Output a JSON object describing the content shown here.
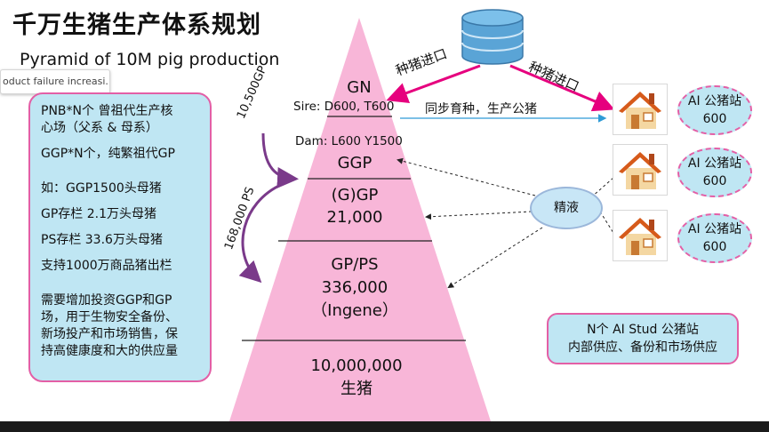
{
  "title": {
    "cn": "千万生猪生产体系规划",
    "en": "Pyramid of 10M pig production"
  },
  "tooltip": {
    "text": "oduct failure increasi..."
  },
  "left_box": {
    "lines": [
      "PNB*N个 曾祖代生产核",
      "心场（父系 & 母系）",
      "GGP*N个，纯繁祖代GP",
      "如：GGP1500头母猪",
      "GP存栏  2.1万头母猪",
      "PS存栏 33.6万头母猪",
      "支持1000万商品猪出栏",
      "需要增加投资GGP和GP",
      "场，用于生物安全备份、",
      "新场投产和市场销售，保",
      "持高健康度和大的供应量"
    ]
  },
  "pyramid": {
    "gn": "GN",
    "sire": "Sire: D600, T600",
    "dam": "Dam: L600 Y1500",
    "ggp": "GGP",
    "ggp2_name": "(G)GP",
    "ggp2_value": "21,000",
    "gpps_name": "GP/PS",
    "gpps_value": "336,000",
    "gpps_sub": "（Ingene）",
    "pigs_value": "10,000,000",
    "pigs_name": "生猪"
  },
  "arrows": {
    "gp_label": "10,500GP",
    "ps_label": "168,000 PS",
    "breeding_in_left": "种猪进口",
    "breeding_in_right": "种猪进口",
    "sync": "同步育种，生产公猪"
  },
  "semen": {
    "label": "精液"
  },
  "stations": [
    {
      "line1": "AI 公猪站",
      "line2": "600"
    },
    {
      "line1": "AI 公猪站",
      "line2": "600"
    },
    {
      "line1": "AI 公猪站",
      "line2": "600"
    }
  ],
  "stud_box": {
    "line1": "N个 AI Stud 公猪站",
    "line2": "内部供应、备份和市场供应"
  },
  "icons": [
    "database-icon",
    "house-icon"
  ],
  "colors": {
    "pyramid": "#f8b6d8",
    "blue_box": "#bfe6f3",
    "border_pink": "#e35fa6",
    "arrow_red": "#e6007e",
    "arrow_purple": "#7a3a8a",
    "arrow_blue": "#2f9bd6"
  }
}
